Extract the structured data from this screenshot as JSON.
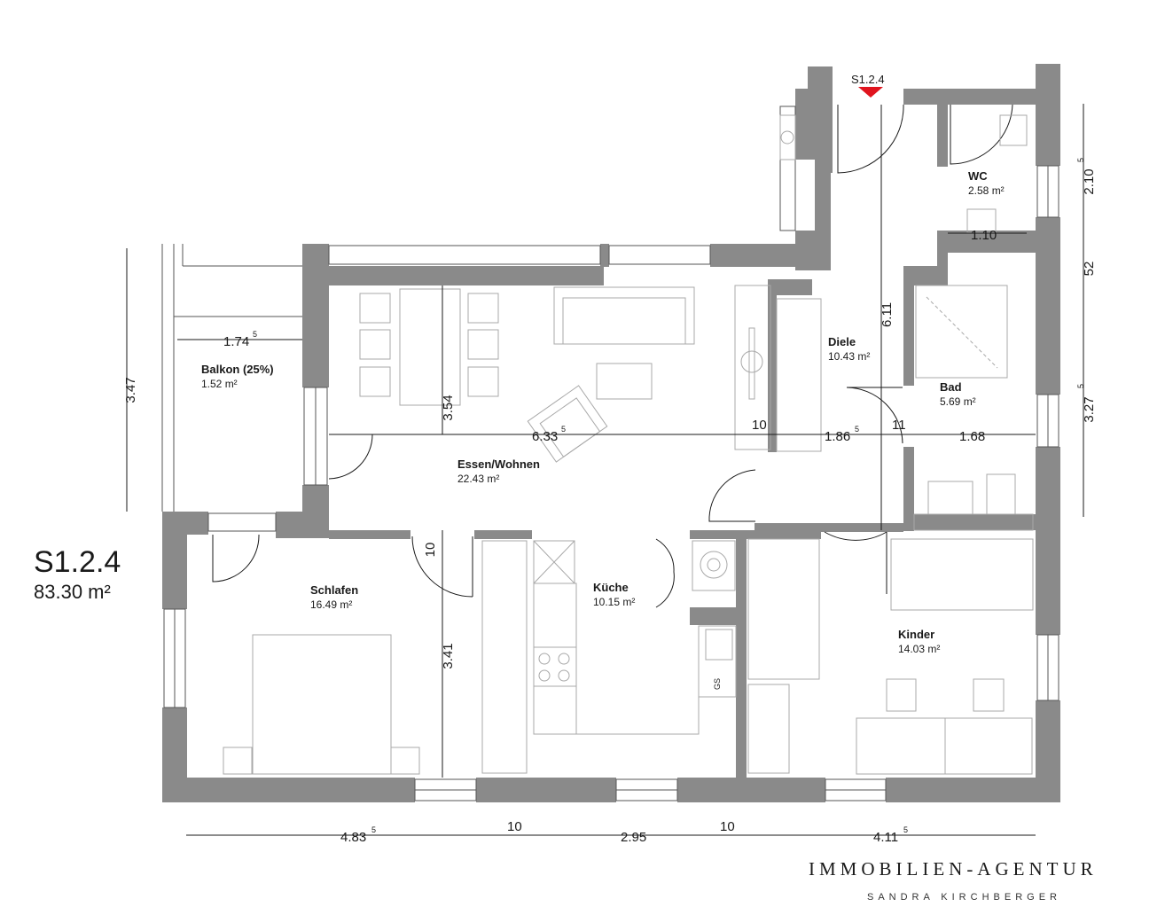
{
  "unit": {
    "id": "S1.2.4",
    "total_area": "83.30 m²"
  },
  "entry_marker": {
    "label": "S1.2.4",
    "color": "#e0141e"
  },
  "rooms": {
    "balkon": {
      "name": "Balkon (25%)",
      "area": "1.52 m²"
    },
    "essen": {
      "name": "Essen/Wohnen",
      "area": "22.43 m²"
    },
    "schlafen": {
      "name": "Schlafen",
      "area": "16.49 m²"
    },
    "kueche": {
      "name": "Küche",
      "area": "10.15 m²"
    },
    "diele": {
      "name": "Diele",
      "area": "10.43 m²"
    },
    "wc": {
      "name": "WC",
      "area": "2.58 m²"
    },
    "bad": {
      "name": "Bad",
      "area": "5.69 m²"
    },
    "kinder": {
      "name": "Kinder",
      "area": "14.03 m²"
    }
  },
  "dimensions": {
    "balkon_width": "1.74",
    "balkon_width_sup": "5",
    "balkon_depth": "3.47",
    "essen_depth": "3.54",
    "essen_width": "6.33",
    "essen_width_sup": "5",
    "wall_10_a": "10",
    "diele_width": "1.86",
    "diele_width_sup": "5",
    "wall_11": "11",
    "bad_width": "1.68",
    "diele_length": "6.11",
    "wc_width": "1.10",
    "right_top": "2.10",
    "right_top_sup": "5",
    "right_mid": "52",
    "right_bottom": "3.27",
    "right_bottom_sup": "5",
    "wall_10_b": "10",
    "schlafen_depth": "3.41",
    "bottom_1": "4.83",
    "bottom_1_sup": "5",
    "bottom_wall_1": "10",
    "bottom_2": "2.95",
    "bottom_wall_2": "10",
    "bottom_3": "4.11",
    "bottom_3_sup": "5"
  },
  "appliance_labels": {
    "gs": "GS"
  },
  "brand": {
    "name": "IMMOBILIEN-AGENTUR",
    "sub": "SANDRA KIRCHBERGER"
  },
  "colors": {
    "wall": "#8a8a8a",
    "furniture": "#a8a8a8",
    "dimension": "#1a1a1a"
  }
}
